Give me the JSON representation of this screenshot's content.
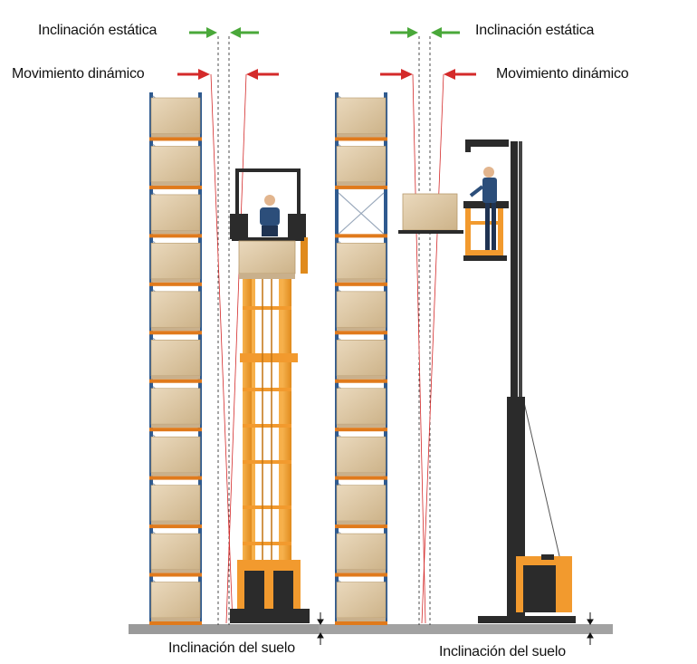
{
  "labels": {
    "left_static": "Inclinación estática",
    "left_dynamic": "Movimiento dinámico",
    "right_static": "Inclinación estática",
    "right_dynamic": "Movimiento dinámico",
    "left_floor": "Inclinación del suelo",
    "right_floor": "Inclinación del suelo"
  },
  "colors": {
    "static_arrow": "#4aa83a",
    "dynamic_arrow": "#d42a2a",
    "rack_upright": "#2f5a8f",
    "rack_beam": "#e07a1c",
    "pallet_box": "#d9c3a0",
    "mast_orange": "#f29a2e",
    "mast_dark": "#2b2b2b",
    "floor": "#9a9a9a"
  },
  "icons": [
    "static-arrow-icon",
    "dynamic-arrow-icon",
    "floor-tilt-marker-icon",
    "operator-icon"
  ]
}
